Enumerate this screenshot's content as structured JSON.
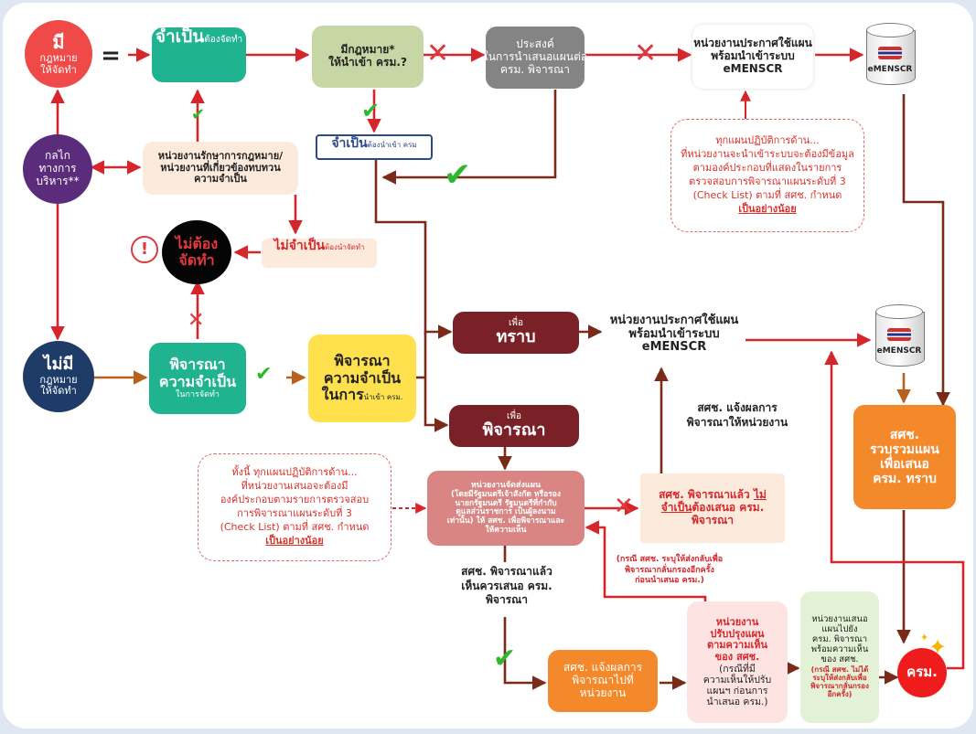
{
  "colors": {
    "red": "#ef4a47",
    "teal": "#1fb38f",
    "purple": "#5b2b7c",
    "navy": "#1f3b68",
    "gray": "#848484",
    "maroon": "#7a2127",
    "yellow": "#ffe14d",
    "orange": "#f4892b",
    "pink": "#e8a3a0",
    "arrow_red": "#d6262b",
    "arrow_brown": "#8a3a1c"
  },
  "nodes": {
    "has_law": {
      "l1": "มี",
      "l2": "กฎหมาย",
      "l3": "ให้จัดทำ"
    },
    "equals": "=",
    "necessary": {
      "big": "จำเป็น",
      "small": "ต้องจัดทำ"
    },
    "law_to_cabinet": {
      "l1": "มีกฎหมาย*",
      "l2": "ให้นำเข้า ครม.?"
    },
    "intend": {
      "l1": "ประสงค์",
      "l2": "ในการนำเสนอแผนต่อ",
      "l3": "ครม. พิจารณา"
    },
    "announce_top": {
      "l1": "หน่วยงานประกาศใช้แผน",
      "l2": "พร้อมนำเข้าระบบ",
      "l3": "eMENSCR"
    },
    "db_top": "eMENSCR",
    "mechanism": {
      "l1": "กลไก",
      "l2": "ทางการ",
      "l3": "บริหาร**"
    },
    "law_unit": {
      "l1": "หน่วยงานรักษาการกฎหมาย/",
      "l2": "หน่วยงานที่เกี่ยวข้องทบทวน",
      "l3": "ความจำเป็น"
    },
    "necessary_cabinet": {
      "big": "จำเป็น",
      "small": "ต้องนำเข้า ครม"
    },
    "not_required": {
      "l1": "ไม่ต้อง",
      "l2": "จัดทำ"
    },
    "not_necessary": {
      "big": "ไม่จำเป็น",
      "small": "ต้องนำจัดทำ"
    },
    "no_law": {
      "l1": "ไม่มี",
      "l2": "กฎหมาย",
      "l3": "ให้จัดทำ"
    },
    "consider_need": {
      "l1": "พิจารณา",
      "l2": "ความจำเป็น",
      "l3": "ในการจัดทำ"
    },
    "consider_cabinet": {
      "l1": "พิจารณา",
      "l2": "ความจำเป็น",
      "big": "ในการ",
      "small": "นำเข้า ครม."
    },
    "for_info": {
      "l1": "เพื่อ",
      "l2": "ทราบ"
    },
    "announce_mid": {
      "l1": "หน่วยงานประกาศใช้แผน",
      "l2": "พร้อมนำเข้าระบบ",
      "l3": "eMENSCR"
    },
    "db_mid": "eMENSCR",
    "for_consider": {
      "l1": "เพื่อ",
      "l2": "พิจารณา"
    },
    "nesdc_notify": {
      "l1": "สศช. แจ้งผลการ",
      "l2": "พิจารณาให้หน่วยงาน"
    },
    "compile": {
      "l1": "สศช.",
      "l2": "รวบรวมแผน",
      "l3": "เพื่อเสนอ",
      "l4": "ครม. ทราบ"
    },
    "submit_plan": {
      "l1": "หน่วยงานจัดส่งแผน",
      "l2": "(โดยมีรัฐมนตรีเจ้าสังกัด หรือรอง",
      "l3": "นายกรัฐมนตรี รัฐมนตรีที่กำกับ",
      "l4": "ดูแลส่วนราชการ เป็นผู้ลงนาม",
      "l5": "เท่านั้น) ให้ สศช. เพื่อพิจารณาและ",
      "l6": "ให้ความเห็น"
    },
    "nesdc_not_needed": {
      "l1a": "สศช. พิจารณาแล้ว ",
      "l1b": "ไม่",
      "l2a": "จำเป็น",
      "l2b": "ต้องเสนอ ครม.",
      "l3": "พิจารณา"
    },
    "nesdc_should": {
      "l1": "สศช. พิจารณาแล้ว",
      "l2": "เห็นควรเสนอ ครม.",
      "l3": "พิจารณา"
    },
    "resend_note": {
      "l1": "(กรณี สศช. ระบุให้ส่งกลับเพื่อ",
      "l2": "พิจารณากลั่นกรองอีกครั้ง",
      "l3": "ก่อนนำเสนอ ครม.)"
    },
    "nesdc_notify_unit": {
      "l1": "สศช. แจ้งผลการ",
      "l2": "พิจารณาไปที่",
      "l3": "หน่วยงาน"
    },
    "improve": {
      "l1": "หน่วยงาน",
      "l2": "ปรับปรุงแผน",
      "l3": "ตามความเห็น",
      "l4": "ของ สศช.",
      "l5": "(กรณีที่มี",
      "l6": "ความเห็นให้ปรับ",
      "l7": "แผนฯ ก่อนการ",
      "l8": "นำเสนอ ครม.)"
    },
    "unit_propose": {
      "l1": "หน่วยงานเสนอ",
      "l2": "แผนไปยัง",
      "l3": "ครม. พิจารณา",
      "l4": "พร้อมความเห็น",
      "l5": "ของ สศช.",
      "l6": "(กรณี สศช. ไม่ได้",
      "l7": "ระบุให้ส่งกลับเพื่อ",
      "l8": "พิจารณากลั่นกรอง",
      "l9": "อีกครั้ง)"
    },
    "cabinet": "ครม."
  },
  "notes": {
    "checklist_top": {
      "l1": "ทุกแผนปฏิบัติการด้าน...",
      "l2": "ที่หน่วยงานจะนำเข้าระบบจะต้องมีข้อมูล",
      "l3": "ตามองค์ประกอบที่แสดงในรายการ",
      "l4": "ตรวจสอบการพิจารณาแผนระดับที่ 3",
      "l5": "(Check List) ตามที่ สศช. กำหนด",
      "l6": "เป็นอย่างน้อย"
    },
    "checklist_left": {
      "l1": "ทั้งนี้ ทุกแผนปฏิบัติการด้าน...",
      "l2": "ที่หน่วยงานเสนอจะต้องมี",
      "l3": "องค์ประกอบตามรายการตรวจสอบ",
      "l4": "การพิจารณาแผนระดับที่ 3",
      "l5": "(Check List) ตามที่ สศช. กำหนด",
      "l6": "เป็นอย่างน้อย"
    }
  },
  "icons": [
    "cross-icon",
    "check-icon",
    "warning-icon",
    "sparkle-icon",
    "database-icon"
  ]
}
